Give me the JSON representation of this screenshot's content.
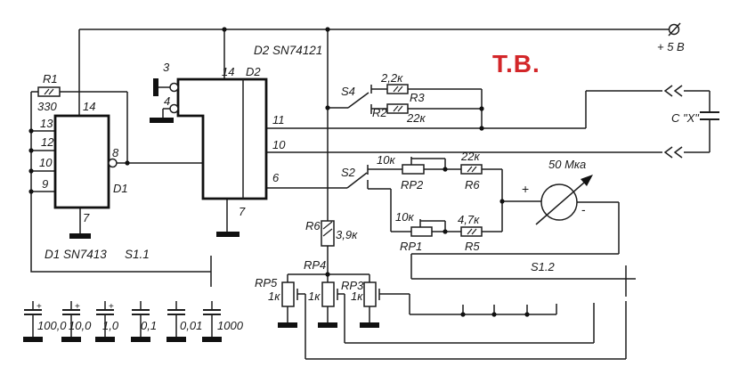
{
  "schematic": {
    "marking_tv": "Т.В.",
    "power_label": "+ 5 В",
    "external_cap_label": "C \"X\"",
    "meter": {
      "range": "50 Мка",
      "plus": "+",
      "minus": "-"
    },
    "ic1": {
      "name": "D1",
      "part": "D1 SN7413",
      "pin14": "14",
      "pin13": "13",
      "pin12": "12",
      "pin10": "10",
      "pin9": "9",
      "pin8": "8",
      "pin7": "7"
    },
    "ic2": {
      "name": "D2",
      "part": "D2 SN74121",
      "pin14": "14",
      "pin3": "3",
      "pin4": "4",
      "pin11": "11",
      "pin10": "10",
      "pin6": "6",
      "pin7": "7"
    },
    "r1": {
      "ref": "R1",
      "value": "330"
    },
    "r2": {
      "ref": "R2",
      "value": "22к"
    },
    "r3": {
      "ref": "R3",
      "value": "2,2к"
    },
    "r5": {
      "ref": "R5",
      "value": "4,7к"
    },
    "r6_top": {
      "ref": "R6",
      "value": "22к"
    },
    "r6_vert": {
      "ref": "R6",
      "value": "3,9к"
    },
    "rp1": {
      "ref": "RP1",
      "value": "10к"
    },
    "rp2": {
      "ref": "RP2",
      "value": "10к"
    },
    "rp3": {
      "ref": "RP3",
      "value": "1к"
    },
    "rp4": {
      "ref": "RP4",
      "value": "1к"
    },
    "rp5": {
      "ref": "RP5",
      "value": "1к"
    },
    "switches": {
      "s4": "S4",
      "s2": "S2",
      "s1_1": "S1.1",
      "s1_2": "S1.2"
    },
    "capacitors": {
      "values": [
        "100,0",
        "10,0",
        "1,0",
        "0,1",
        "0,01",
        "1000"
      ],
      "polarity": "+"
    }
  }
}
